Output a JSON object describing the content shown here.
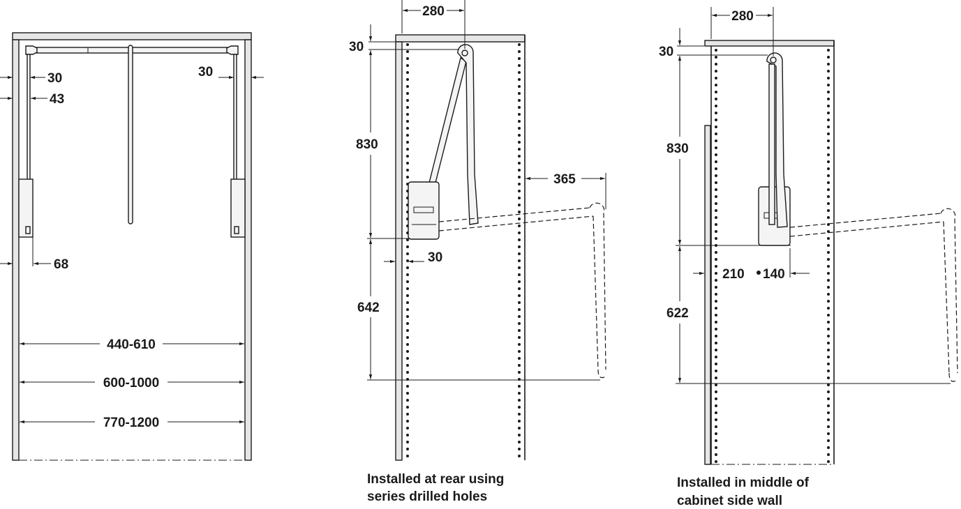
{
  "figure_front": {
    "dims": {
      "side_gap_left": "30",
      "side_gap_right": "30",
      "arm_offset": "43",
      "bracket_offset": "68",
      "rail_width": "440-610",
      "cabinet_inner": "600-1000",
      "cabinet_outer": "770-1200"
    }
  },
  "figure_rear": {
    "dims": {
      "pivot_x": "280",
      "top_offset": "30",
      "height_upper": "830",
      "height_lower": "642",
      "projection": "365",
      "hole_offset": "30"
    },
    "caption": [
      "Installed at rear using",
      "series drilled holes"
    ]
  },
  "figure_middle": {
    "dims": {
      "pivot_x": "280",
      "top_offset": "30",
      "height_upper": "830",
      "height_lower": "622",
      "offset_a": "210",
      "offset_b": "140"
    },
    "caption": [
      "Installed in middle of",
      "cabinet side wall"
    ]
  }
}
